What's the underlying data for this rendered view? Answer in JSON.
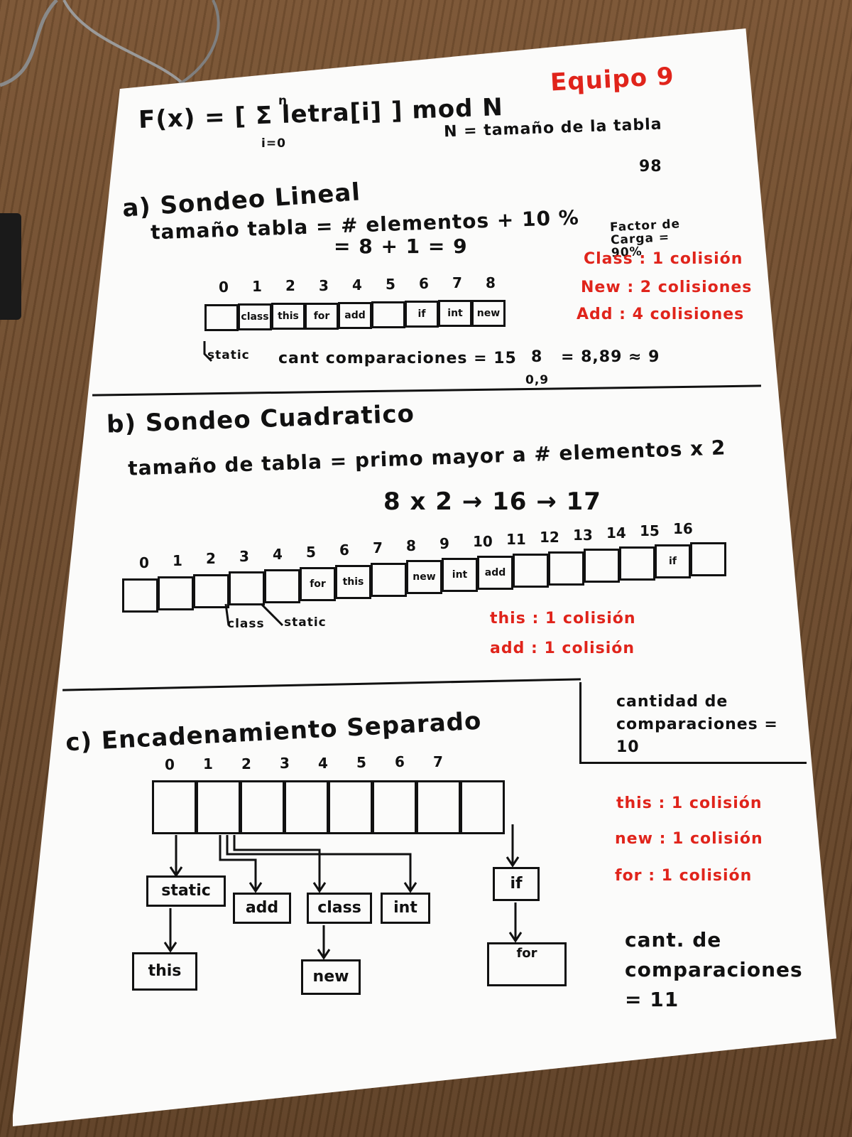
{
  "header": {
    "team": "Equipo 9",
    "formula": "F(x) = [ Σ letra[i] ] mod N",
    "sum_top": "n",
    "sum_bottom": "i=0",
    "n_def": "N = tamaño de la tabla"
  },
  "linear": {
    "title": "a) Sondeo Lineal",
    "eq1": "tamaño tabla = # elementos + 10 %",
    "pct_note": "98",
    "eq2": "= 8 + 1 = 9",
    "load_factor": "Factor de Carga = 90%",
    "indices": [
      "0",
      "1",
      "2",
      "3",
      "4",
      "5",
      "6",
      "7",
      "8"
    ],
    "cells": [
      "",
      "class",
      "this",
      "for",
      "add",
      "",
      "if",
      "int",
      "new"
    ],
    "pointer_label": "static",
    "comparisons": "cant comparaciones = 15",
    "calc_num": "8",
    "calc_den": "0,9",
    "calc_result": "= 8,89 ≈ 9",
    "collisions": [
      "Class : 1 colisión",
      "New : 2 colisiones",
      "Add : 4 colisiones"
    ]
  },
  "quadratic": {
    "title": "b) Sondeo Cuadratico",
    "eq1": "tamaño de tabla = primo mayor a # elementos x 2",
    "eq2": "8 x 2 → 16 → 17",
    "indices": [
      "0",
      "1",
      "2",
      "3",
      "4",
      "5",
      "6",
      "7",
      "8",
      "9",
      "10",
      "11",
      "12",
      "13",
      "14",
      "15",
      "16"
    ],
    "cells": [
      "",
      "",
      "",
      "",
      "",
      "for",
      "this",
      "",
      "new",
      "int",
      "add",
      "",
      "",
      "",
      "",
      "if",
      ""
    ],
    "labels": [
      "class",
      "static"
    ],
    "collisions": [
      "this : 1 colisión",
      "add : 1 colisión"
    ]
  },
  "chaining": {
    "title": "c) Encadenamiento Separado",
    "box_note": "cantidad de comparaciones = 10",
    "indices": [
      "0",
      "1",
      "2",
      "3",
      "4",
      "5",
      "6",
      "7"
    ],
    "nodes": {
      "static": "static",
      "this": "this",
      "add": "add",
      "class": "class",
      "new": "new",
      "int": "int",
      "if": "if",
      "for": "for"
    },
    "collisions": [
      "this : 1 colisión",
      "new : 1 colisión",
      "for : 1 colisión"
    ],
    "comparisons": "cant. de comparaciones = 11"
  },
  "colors": {
    "ink": "#111111",
    "red": "#e0241b",
    "paper": "#fbfbfa"
  }
}
